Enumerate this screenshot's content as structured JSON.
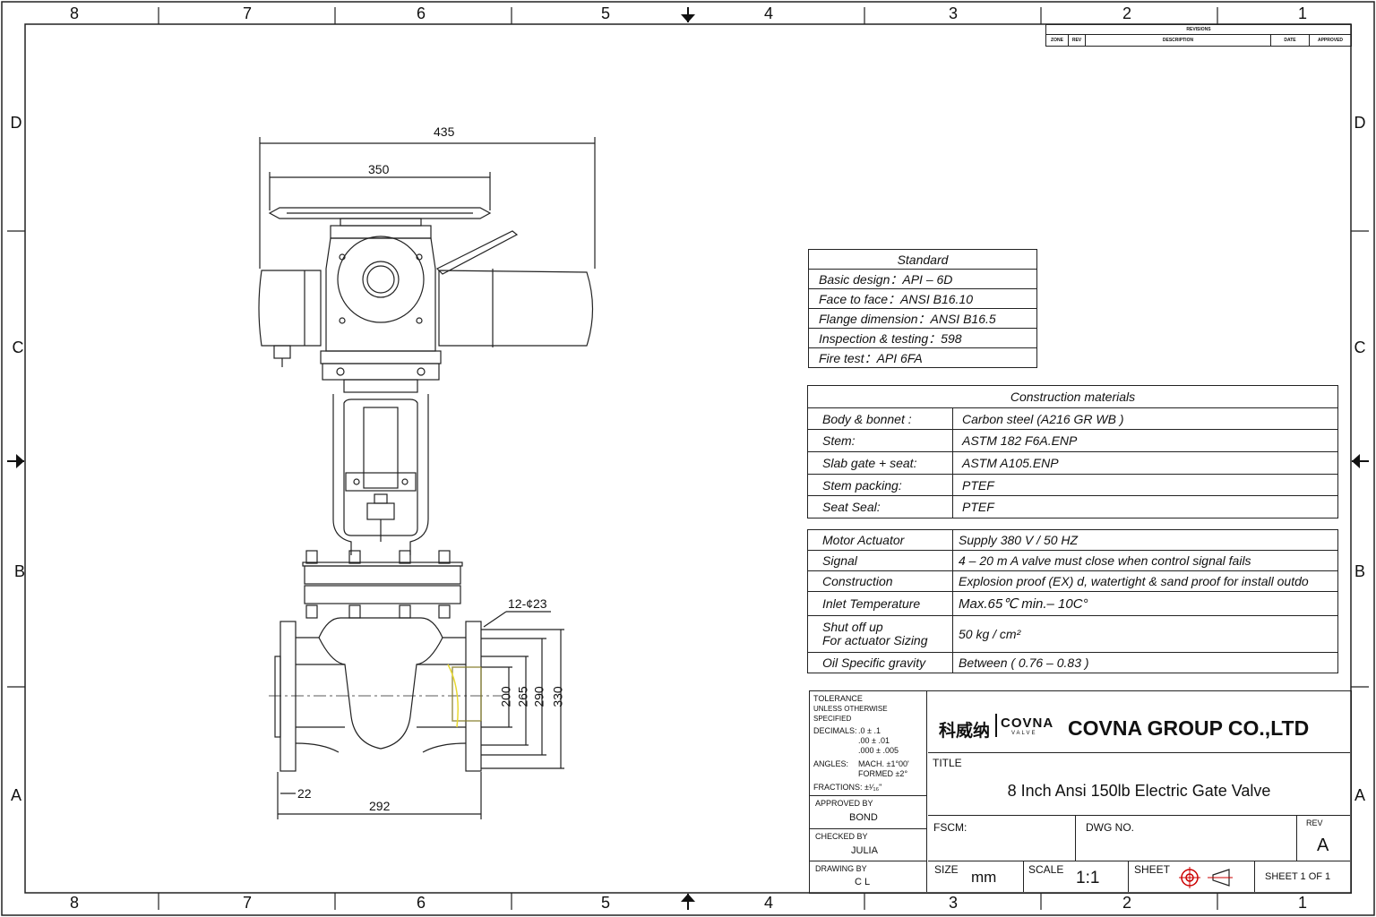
{
  "border": {
    "top_zones": [
      "8",
      "7",
      "6",
      "5",
      "4",
      "3",
      "2",
      "1"
    ],
    "side_zones": [
      "D",
      "C",
      "B",
      "A"
    ]
  },
  "revisions": {
    "title": "REVISIONS",
    "headers": [
      "ZONE",
      "REV",
      "DESCRIPTION",
      "DATE",
      "APPROVED"
    ]
  },
  "dimensions": {
    "overall_width": "435",
    "handwheel": "350",
    "bolts": "12-¢23",
    "d1": "200",
    "d2": "265",
    "d3": "290",
    "d4": "330",
    "flange_thk": "22",
    "face_to_face": "292"
  },
  "standard": {
    "title": "Standard",
    "rows": [
      "Basic design：API – 6D",
      "Face to face：ANSI B16.10",
      "Flange dimension：ANSI B16.5",
      "Inspection & testing：598",
      "Fire test：API 6FA"
    ]
  },
  "materials": {
    "title": "Construction materials",
    "rows": [
      {
        "k": "Body & bonnet  :",
        "v": "Carbon steel (A216 GR WB )"
      },
      {
        "k": "Stem:",
        "v": "ASTM 182 F6A.ENP"
      },
      {
        "k": "Slab gate + seat:",
        "v": "ASTM A105.ENP"
      },
      {
        "k": "Stem packing:",
        "v": "PTEF"
      },
      {
        "k": "Seat Seal:",
        "v": "PTEF"
      }
    ]
  },
  "actuator": {
    "rows": [
      {
        "k": "Motor  Actuator",
        "v": "Supply 380 V / 50 HZ"
      },
      {
        "k": "Signal",
        "v": "4 – 20 m A valve must close when control signal fails"
      },
      {
        "k": "Construction",
        "v": "Explosion proof (EX) d, watertight & sand proof for install outdo"
      },
      {
        "k": "Inlet  Temperature",
        "v": "Max.65℃ min.– 10C°"
      },
      {
        "k": "Shut off up",
        "k2": "For actuator Sizing",
        "v": "50 kg / cm²"
      },
      {
        "k": "Oil Specific gravity",
        "v": "Between ( 0.76 – 0.83 )"
      }
    ]
  },
  "titleblock": {
    "tolerance": "TOLERANCE",
    "unless": "UNLESS OTHERWISE SPECIFIED",
    "decimals_lbl": "DECIMALS:",
    "dec1": ".0 ± .1",
    "dec2": ".00 ± .01",
    "dec3": ".000 ± .005",
    "angles_lbl": "ANGLES:",
    "ang1": "MACH. ±1°00'",
    "ang2": "FORMED ±2°",
    "fractions": "FRACTIONS:  ±¹⁄₁₆\"",
    "approved_lbl": "APPROVED BY",
    "approved": "BOND",
    "checked_lbl": "CHECKED BY",
    "checked": "JULIA",
    "drawing_lbl": "DRAWING BY",
    "drawing": "C L",
    "logo_cn": "科威纳",
    "logo_en": "COVNA",
    "logo_sub": "VALVE",
    "company": "COVNA GROUP CO.,LTD",
    "title_lbl": "TITLE",
    "title": "8 Inch Ansi 150lb Electric Gate Valve",
    "fscm_lbl": "FSCM:",
    "dwg_lbl": "DWG NO.",
    "rev_lbl": "REV",
    "rev": "A",
    "size_lbl": "SIZE",
    "size": "mm",
    "scale_lbl": "SCALE",
    "scale": "1:1",
    "sheet_lbl": "SHEET",
    "sheet": "SHEET 1 OF 1"
  }
}
